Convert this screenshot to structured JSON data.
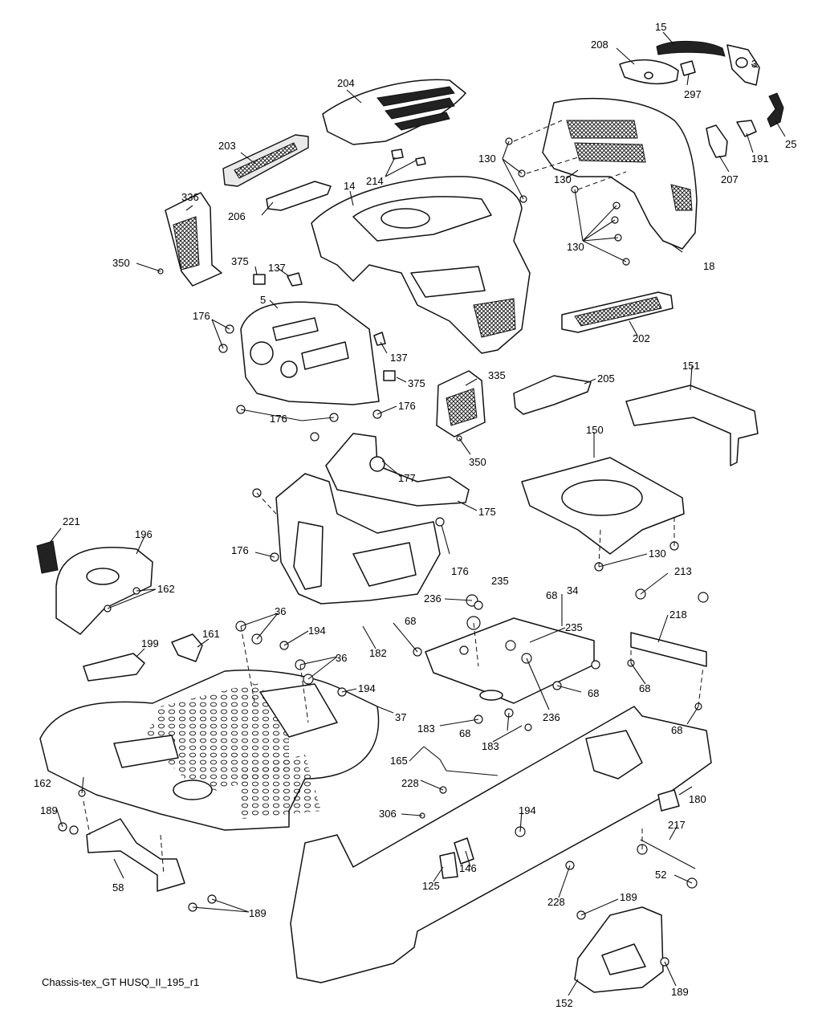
{
  "caption": "Chassis-tex_GT HUSQ_II_195_r1",
  "colors": {
    "ink": "#111111",
    "paper": "#ffffff",
    "shade": "#e9e9e9"
  },
  "callouts": [
    {
      "label": "15"
    },
    {
      "label": "208"
    },
    {
      "label": "3"
    },
    {
      "label": "297"
    },
    {
      "label": "25"
    },
    {
      "label": "204"
    },
    {
      "label": "191"
    },
    {
      "label": "207"
    },
    {
      "label": "130"
    },
    {
      "label": "130"
    },
    {
      "label": "203"
    },
    {
      "label": "214"
    },
    {
      "label": "14"
    },
    {
      "label": "336"
    },
    {
      "label": "206"
    },
    {
      "label": "130"
    },
    {
      "label": "350"
    },
    {
      "label": "375"
    },
    {
      "label": "137"
    },
    {
      "label": "18"
    },
    {
      "label": "5"
    },
    {
      "label": "176"
    },
    {
      "label": "202"
    },
    {
      "label": "137"
    },
    {
      "label": "375"
    },
    {
      "label": "335"
    },
    {
      "label": "205"
    },
    {
      "label": "151"
    },
    {
      "label": "176"
    },
    {
      "label": "176"
    },
    {
      "label": "150"
    },
    {
      "label": "350"
    },
    {
      "label": "177"
    },
    {
      "label": "175"
    },
    {
      "label": "221"
    },
    {
      "label": "196"
    },
    {
      "label": "176"
    },
    {
      "label": "176"
    },
    {
      "label": "130"
    },
    {
      "label": "235"
    },
    {
      "label": "213"
    },
    {
      "label": "162"
    },
    {
      "label": "236"
    },
    {
      "label": "68"
    },
    {
      "label": "34"
    },
    {
      "label": "36"
    },
    {
      "label": "194"
    },
    {
      "label": "218"
    },
    {
      "label": "68"
    },
    {
      "label": "235"
    },
    {
      "label": "199"
    },
    {
      "label": "161"
    },
    {
      "label": "182"
    },
    {
      "label": "36"
    },
    {
      "label": "68"
    },
    {
      "label": "194"
    },
    {
      "label": "68"
    },
    {
      "label": "236"
    },
    {
      "label": "37"
    },
    {
      "label": "183"
    },
    {
      "label": "68"
    },
    {
      "label": "68"
    },
    {
      "label": "183"
    },
    {
      "label": "165"
    },
    {
      "label": "162"
    },
    {
      "label": "228"
    },
    {
      "label": "180"
    },
    {
      "label": "189"
    },
    {
      "label": "306"
    },
    {
      "label": "194"
    },
    {
      "label": "217"
    },
    {
      "label": "58"
    },
    {
      "label": "146"
    },
    {
      "label": "52"
    },
    {
      "label": "125"
    },
    {
      "label": "228"
    },
    {
      "label": "189"
    },
    {
      "label": "189"
    },
    {
      "label": "189"
    },
    {
      "label": "152"
    }
  ]
}
